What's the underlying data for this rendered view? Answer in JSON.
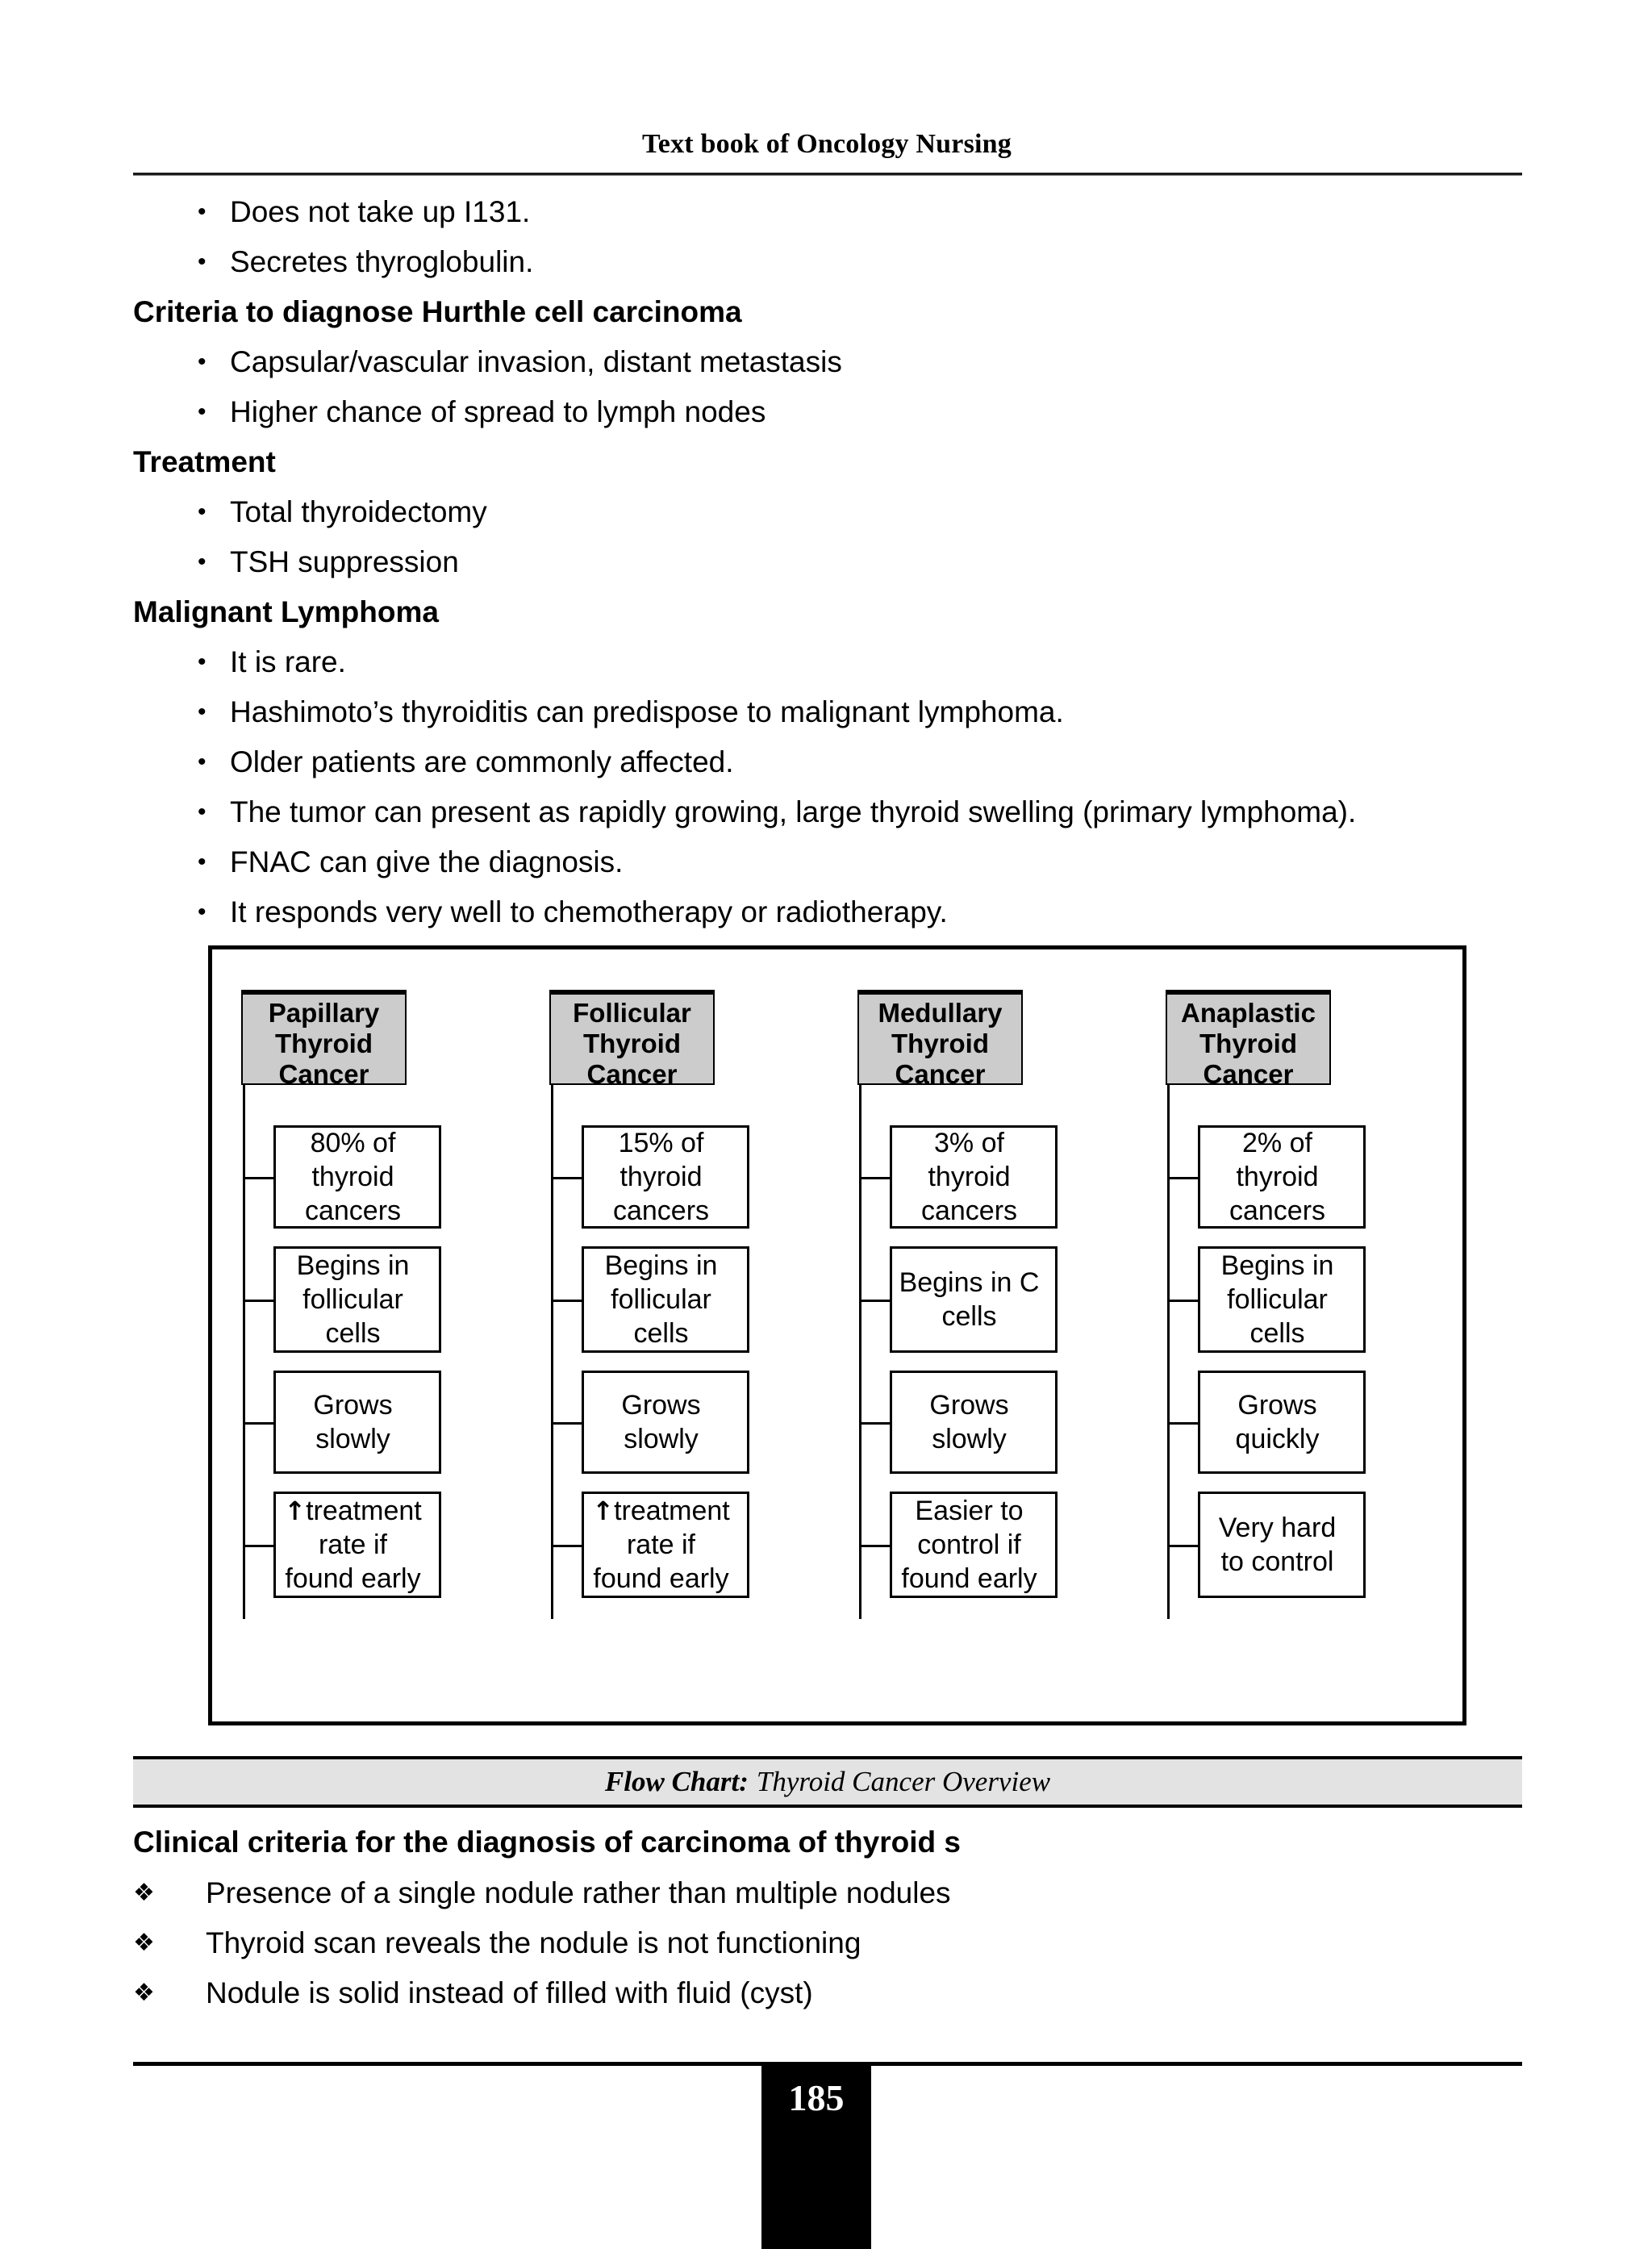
{
  "header": {
    "running_head": "Text book of Oncology Nursing"
  },
  "body": {
    "blocks": [
      {
        "kind": "bullet",
        "text": "Does not take up I131."
      },
      {
        "kind": "bullet",
        "text": "Secretes thyroglobulin."
      },
      {
        "kind": "heading",
        "text": "Criteria to diagnose Hurthle cell carcinoma"
      },
      {
        "kind": "bullet",
        "text": "Capsular/vascular invasion, distant metastasis"
      },
      {
        "kind": "bullet",
        "text": "Higher chance of spread to lymph nodes"
      },
      {
        "kind": "heading",
        "text": "Treatment"
      },
      {
        "kind": "bullet",
        "text": "Total thyroidectomy"
      },
      {
        "kind": "bullet",
        "text": "TSH suppression"
      },
      {
        "kind": "heading",
        "text": "Malignant Lymphoma"
      },
      {
        "kind": "bullet",
        "text": "It is rare."
      },
      {
        "kind": "bullet",
        "text": "Hashimoto’s thyroiditis can predispose to malignant lymphoma."
      },
      {
        "kind": "bullet",
        "text": "Older patients are commonly affected."
      },
      {
        "kind": "bullet",
        "text": "The tumor can present as rapidly growing, large thyroid swelling (primary lymphoma)."
      },
      {
        "kind": "bullet",
        "text": "FNAC can give the diagnosis."
      },
      {
        "kind": "bullet",
        "text": "It responds very well to chemotherapy or radiotherapy."
      }
    ],
    "bullet_glyph": "•"
  },
  "chart_data": {
    "type": "table",
    "title": "Thyroid Cancer Overview",
    "caption_label": "Flow Chart:",
    "caption_text": "Thyroid Cancer Overview",
    "header_fill": "#cccccc",
    "columns": [
      {
        "header": "Papillary Thyroid Cancer",
        "header_lines": [
          "Papillary",
          "Thyroid",
          "Cancer"
        ],
        "items": [
          {
            "lines": [
              "80% of",
              "thyroid",
              "cancers"
            ],
            "value": 80,
            "unit": "% of thyroid cancers"
          },
          {
            "lines": [
              "Begins in",
              "follicular",
              "cells"
            ],
            "origin": "follicular cells"
          },
          {
            "lines": [
              "Grows",
              "slowly"
            ],
            "growth": "slowly"
          },
          {
            "prefix_icon": "↑",
            "lines": [
              "treatment",
              "rate if",
              "found early"
            ],
            "outcome": "increased treatment rate if found early"
          }
        ]
      },
      {
        "header": "Follicular Thyroid Cancer",
        "header_lines": [
          "Follicular",
          "Thyroid",
          "Cancer"
        ],
        "items": [
          {
            "lines": [
              "15% of",
              "thyroid",
              "cancers"
            ],
            "value": 15,
            "unit": "% of thyroid cancers"
          },
          {
            "lines": [
              "Begins in",
              "follicular",
              "cells"
            ],
            "origin": "follicular cells"
          },
          {
            "lines": [
              "Grows",
              "slowly"
            ],
            "growth": "slowly"
          },
          {
            "prefix_icon": "↑",
            "lines": [
              "treatment",
              "rate if",
              "found early"
            ],
            "outcome": "increased treatment rate if found early"
          }
        ]
      },
      {
        "header": "Medullary Thyroid Cancer",
        "header_lines": [
          "Medullary",
          "Thyroid",
          "Cancer"
        ],
        "items": [
          {
            "lines": [
              "3% of",
              "thyroid",
              "cancers"
            ],
            "value": 3,
            "unit": "% of thyroid cancers"
          },
          {
            "lines": [
              "Begins in C",
              "cells"
            ],
            "origin": "C cells"
          },
          {
            "lines": [
              "Grows",
              "slowly"
            ],
            "growth": "slowly"
          },
          {
            "lines": [
              "Easier to",
              "control if",
              "found early"
            ],
            "outcome": "easier to control if found early"
          }
        ]
      },
      {
        "header": "Anaplastic Thyroid Cancer",
        "header_lines": [
          "Anaplastic",
          "Thyroid",
          "Cancer"
        ],
        "items": [
          {
            "lines": [
              "2% of",
              "thyroid",
              "cancers"
            ],
            "value": 2,
            "unit": "% of thyroid cancers"
          },
          {
            "lines": [
              "Begins in",
              "follicular",
              "cells"
            ],
            "origin": "follicular cells"
          },
          {
            "lines": [
              "Grows",
              "quickly"
            ],
            "growth": "quickly"
          },
          {
            "lines": [
              "Very hard",
              "to control"
            ],
            "outcome": "very hard to control"
          }
        ]
      }
    ]
  },
  "lower": {
    "heading": "Clinical criteria for the diagnosis of carcinoma of thyroid s",
    "diamond_glyph": "❖",
    "items": [
      "Presence of a single nodule rather than multiple nodules",
      "Thyroid scan reveals the nodule is not functioning",
      "Nodule is solid instead of filled with fluid (cyst)"
    ]
  },
  "footer": {
    "page_number": "185"
  }
}
